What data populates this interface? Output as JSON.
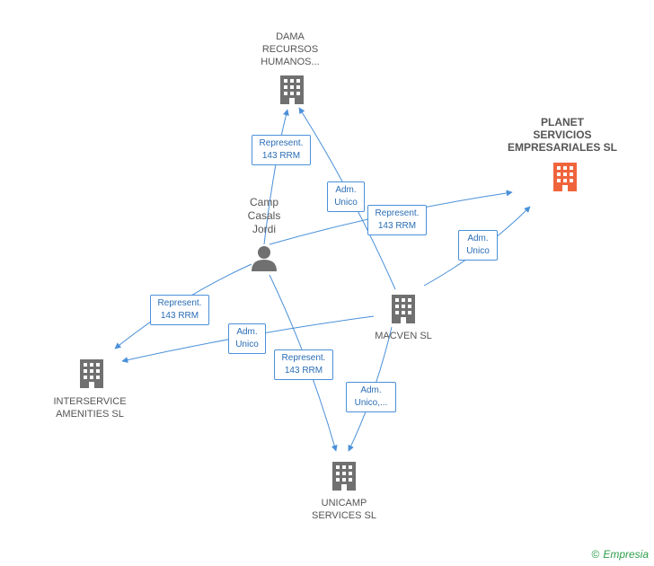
{
  "nodes": {
    "dama": {
      "lines": [
        "DAMA",
        "RECURSOS",
        "HUMANOS..."
      ],
      "icon": "building-icon",
      "color": "#707070"
    },
    "planet": {
      "lines": [
        "PLANET",
        "SERVICIOS",
        "EMPRESARIALES SL"
      ],
      "icon": "building-icon",
      "color": "#f0643c"
    },
    "camp": {
      "lines": [
        "Camp",
        "Casals",
        "Jordi"
      ],
      "icon": "person-icon",
      "color": "#707070"
    },
    "macven": {
      "lines": [
        "MACVEN SL"
      ],
      "icon": "building-icon",
      "color": "#707070"
    },
    "interservice": {
      "lines": [
        "INTERSERVICE",
        "AMENITIES SL"
      ],
      "icon": "building-icon",
      "color": "#707070"
    },
    "unicamp": {
      "lines": [
        "UNICAMP",
        "SERVICES SL"
      ],
      "icon": "building-icon",
      "color": "#707070"
    }
  },
  "edges": {
    "camp_dama": {
      "lines": [
        "Represent.",
        "143 RRM"
      ]
    },
    "macven_dama": {
      "lines": [
        "Adm.",
        "Unico"
      ]
    },
    "camp_planet": {
      "lines": [
        "Represent.",
        "143 RRM"
      ]
    },
    "macven_planet": {
      "lines": [
        "Adm.",
        "Unico"
      ]
    },
    "camp_interservice": {
      "lines": [
        "Represent.",
        "143 RRM"
      ]
    },
    "macven_interservice": {
      "lines": [
        "Adm.",
        "Unico"
      ]
    },
    "camp_unicamp": {
      "lines": [
        "Represent.",
        "143 RRM"
      ]
    },
    "macven_unicamp": {
      "lines": [
        "Adm.",
        "Unico,..."
      ]
    }
  },
  "colors": {
    "edge": "#4a90d9"
  },
  "footer": {
    "copyright": "©",
    "brand": "Empresia"
  }
}
